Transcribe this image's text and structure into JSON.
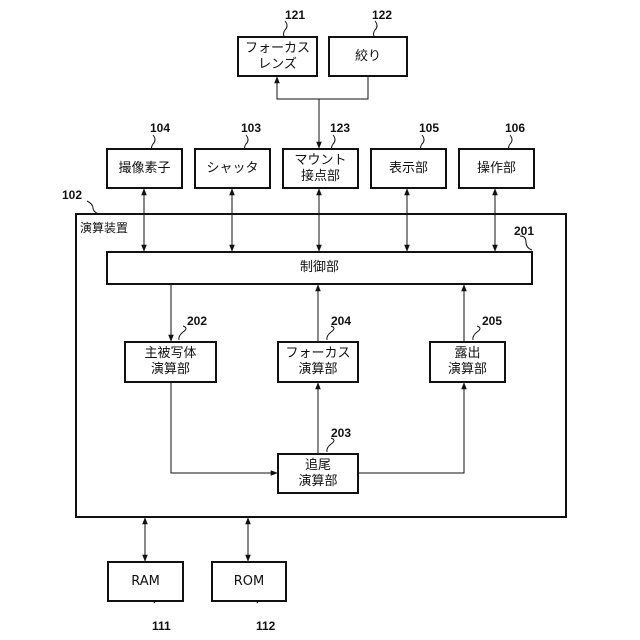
{
  "frame": {
    "ref": "102",
    "title": "演算装置"
  },
  "blocks": {
    "focus_lens": {
      "ref": "121",
      "lines": [
        "フォーカス",
        "レンズ"
      ]
    },
    "aperture": {
      "ref": "122",
      "lines": [
        "絞り"
      ]
    },
    "imager": {
      "ref": "104",
      "lines": [
        "撮像素子"
      ]
    },
    "shutter": {
      "ref": "103",
      "lines": [
        "シャッタ"
      ]
    },
    "mount": {
      "ref": "123",
      "lines": [
        "マウント",
        "接点部"
      ]
    },
    "display": {
      "ref": "105",
      "lines": [
        "表示部"
      ]
    },
    "operation": {
      "ref": "106",
      "lines": [
        "操作部"
      ]
    },
    "control": {
      "ref": "201",
      "lines": [
        "制御部"
      ]
    },
    "subject": {
      "ref": "202",
      "lines": [
        "主被写体",
        "演算部"
      ]
    },
    "focus_calc": {
      "ref": "204",
      "lines": [
        "フォーカス",
        "演算部"
      ]
    },
    "exposure": {
      "ref": "205",
      "lines": [
        "露出",
        "演算部"
      ]
    },
    "tracking": {
      "ref": "203",
      "lines": [
        "追尾",
        "演算部"
      ]
    },
    "ram": {
      "ref": "111",
      "lines": [
        "RAM"
      ]
    },
    "rom": {
      "ref": "112",
      "lines": [
        "ROM"
      ]
    }
  }
}
